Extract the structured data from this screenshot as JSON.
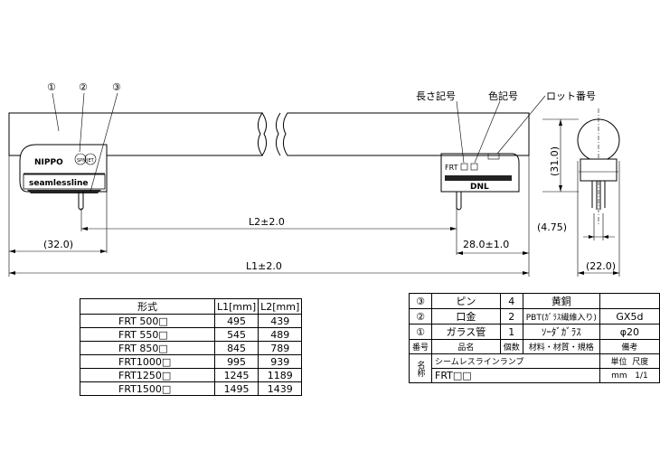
{
  "callouts": [
    "①",
    "②",
    "③"
  ],
  "brand": "NIPPO",
  "series_label": "seamlessline",
  "end_cap_code": "FRT",
  "end_cap_logo": "DNL",
  "labels": {
    "length_mark": "長さ記号",
    "color_mark": "色記号",
    "lot_number": "ロット番号"
  },
  "dims": {
    "l2": "L2±2.0",
    "l1": "L1±2.0",
    "left_offset": "(32.0)",
    "right_offset": "28.0±1.0",
    "height": "(31.0)",
    "pin_gap": "(4.75)",
    "diameter": "(22.0)"
  },
  "spec_table": {
    "headers": [
      "形式",
      "L1[mm]",
      "L2[mm]"
    ],
    "rows": [
      [
        "FRT 500□",
        "495",
        "439"
      ],
      [
        "FRT 550□",
        "545",
        "489"
      ],
      [
        "FRT 850□",
        "845",
        "789"
      ],
      [
        "FRT1000□",
        "995",
        "939"
      ],
      [
        "FRT1250□",
        "1245",
        "1189"
      ],
      [
        "FRT1500□",
        "1495",
        "1439"
      ]
    ]
  },
  "parts_table": {
    "rows": [
      [
        "③",
        "ピン",
        "4",
        "黄銅",
        ""
      ],
      [
        "②",
        "口金",
        "2",
        "PBT(ｶﾞﾗｽ繊維入り)",
        "GX5d"
      ],
      [
        "①",
        "ガラス管",
        "1",
        "ｿｰﾀﾞｶﾞﾗｽ",
        "φ20"
      ]
    ],
    "header": [
      "番号",
      "品名",
      "個数",
      "材料・材質・規格",
      "備考"
    ],
    "name_label": "名称",
    "name_value1": "シームレスラインランプ",
    "name_value2": "FRT□□",
    "unit_label": "単位",
    "scale_label": "尺度",
    "unit_value": "mm",
    "scale_value": "1/1"
  }
}
